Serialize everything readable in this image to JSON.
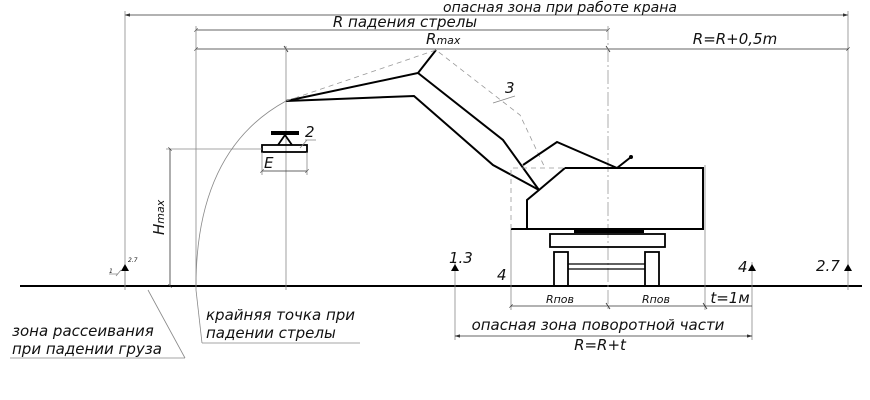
{
  "labels": {
    "danger_zone_crane": "опасная зона при работе крана",
    "r_boom_fall": "R падения стрелы",
    "r_max": "R",
    "r_max_sub": "max",
    "r_plus_half": "R=R+0,5m",
    "callout_2": "2",
    "callout_3": "3",
    "e": "E",
    "h_max": "H",
    "h_max_sub": "max",
    "marker_1": "1",
    "marker_1_value": "2.7",
    "marker_13": "1.3",
    "marker_4_ground": "4",
    "marker_4": "4",
    "marker_27": "2.7",
    "r_pov_1": "Rпов",
    "r_pov_2": "Rпов",
    "t_1m": "t=1м",
    "danger_zone_rotating": "опасная зона поворотной части",
    "r_plus_t": "R=R+t",
    "scatter_zone_line1": "зона рассеивания",
    "scatter_zone_line2": "при падении груза",
    "extreme_point_line1": "крайняя точка при",
    "extreme_point_line2": "падении стрелы"
  }
}
